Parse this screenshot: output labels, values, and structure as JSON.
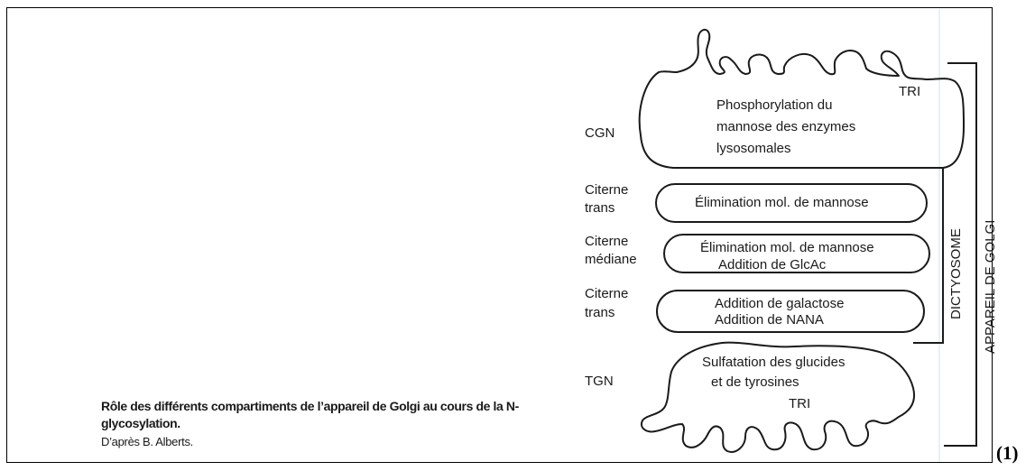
{
  "diagram": {
    "compartments": {
      "cgn": {
        "label": "CGN",
        "tri": "TRI",
        "lines": [
          "Phosphorylation du",
          "mannose des enzymes",
          "lysosomales"
        ]
      },
      "cis1": {
        "label_lines": [
          "Citerne",
          "trans"
        ],
        "lines": [
          "Élimination mol. de mannose"
        ]
      },
      "medial": {
        "label_lines": [
          "Citerne",
          "médiane"
        ],
        "lines": [
          "Élimination mol. de mannose",
          "Addition de GlcAc"
        ]
      },
      "trans": {
        "label_lines": [
          "Citerne",
          "trans"
        ],
        "lines": [
          "Addition de galactose",
          "Addition de NANA"
        ]
      },
      "tgn": {
        "label": "TGN",
        "tri": "TRI",
        "lines": [
          "Sulfatation des glucides",
          "et de tyrosines"
        ]
      }
    },
    "bracket_dictyosome": "DICTYOSOME",
    "bracket_golgi": "APPAREIL DE GOLGI"
  },
  "caption": {
    "title": "Rôle des différents compartiments de l’appareil de Golgi au cours de la N-glycosylation.",
    "source": "D’après B. Alberts."
  },
  "figure_number": "(1)"
}
